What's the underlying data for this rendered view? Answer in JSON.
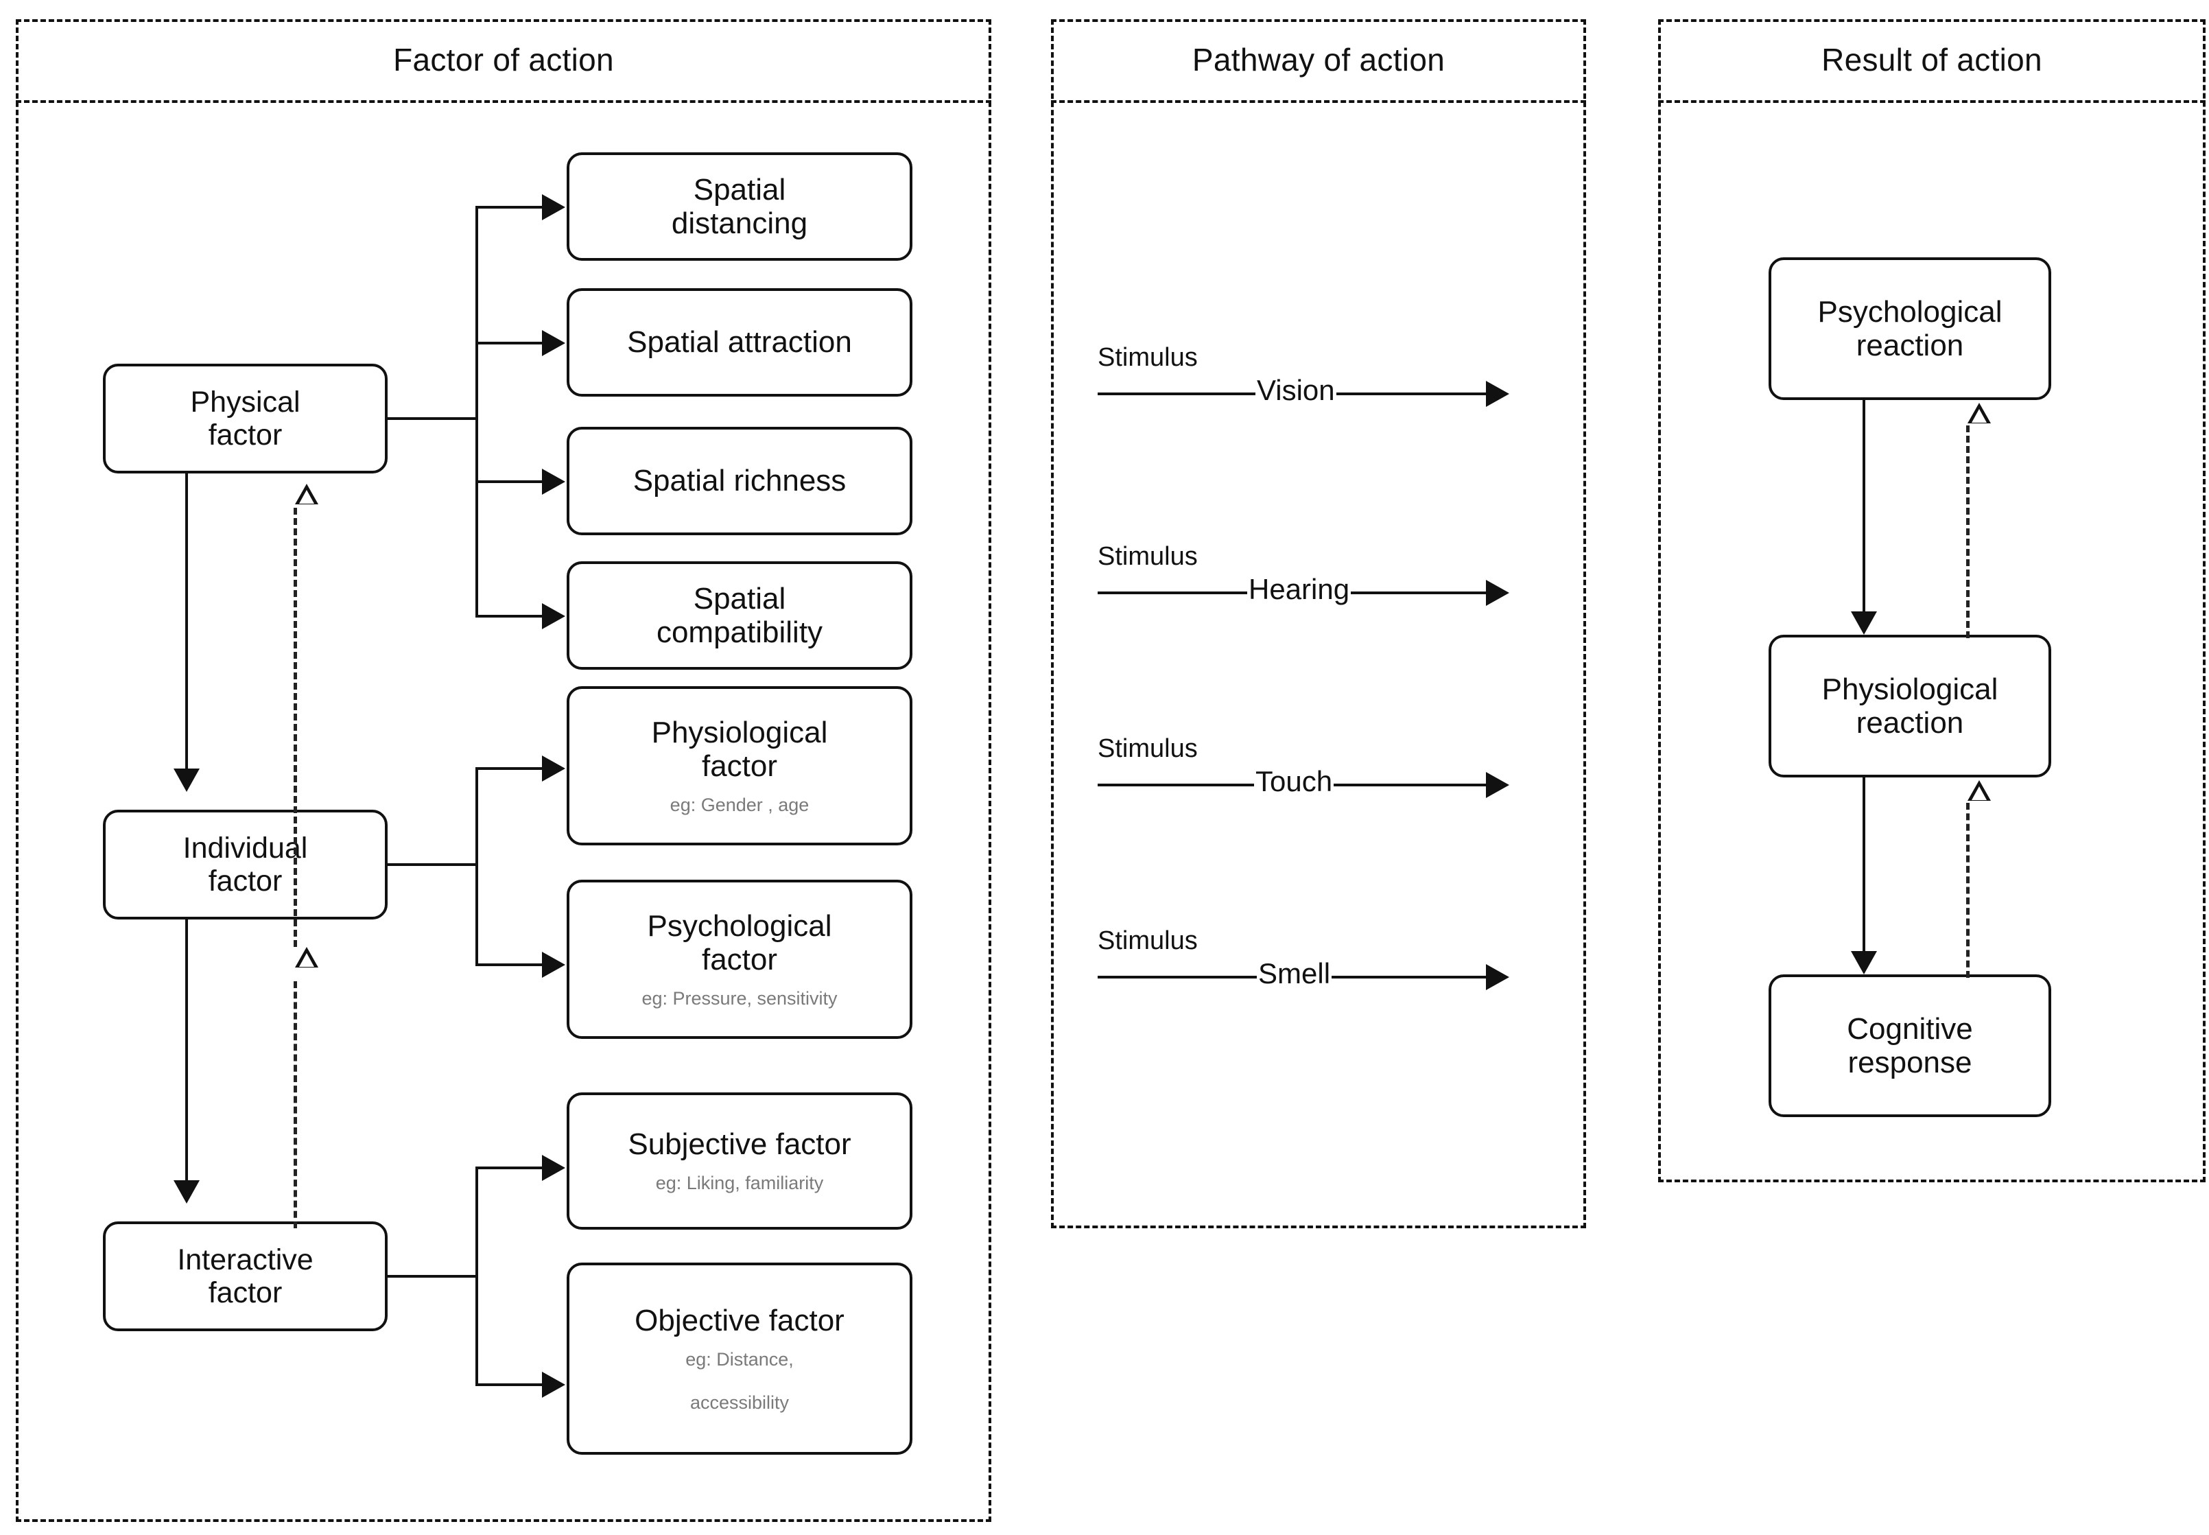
{
  "sections": [
    {
      "id": "factor",
      "title": "Factor of action"
    },
    {
      "id": "pathway",
      "title": "Pathway of action"
    },
    {
      "id": "result",
      "title": "Result of action"
    }
  ],
  "factor_column": {
    "drivers": [
      {
        "id": "physical",
        "label_line1": "Physical",
        "label_line2": "factor"
      },
      {
        "id": "individual",
        "label_line1": "Individual",
        "label_line2": "factor"
      },
      {
        "id": "interactive",
        "label_line1": "Interactive",
        "label_line2": "factor"
      }
    ],
    "spatial_group": [
      {
        "id": "spatial-distancing",
        "line1": "Spatial",
        "line2": "distancing"
      },
      {
        "id": "spatial-attraction",
        "line1": "Spatial attraction",
        "line2": ""
      },
      {
        "id": "spatial-richness",
        "line1": "Spatial richness",
        "line2": ""
      },
      {
        "id": "spatial-compatibility",
        "line1": "Spatial",
        "line2": "compatibility"
      }
    ],
    "individual_group": [
      {
        "id": "physiological-factor",
        "line1": "Physiological",
        "line2": "factor",
        "eg_line1": "eg:  Gender , age",
        "eg_line2": ""
      },
      {
        "id": "psychological-factor",
        "line1": "Psychological",
        "line2": "factor",
        "eg_line1": "eg:  Pressure, sensitivity",
        "eg_line2": ""
      }
    ],
    "interactive_group": [
      {
        "id": "subjective-factor",
        "line1": "Subjective factor",
        "line2": "",
        "eg_line1": "eg:  Liking, familiarity",
        "eg_line2": ""
      },
      {
        "id": "objective-factor",
        "line1": "Objective factor",
        "line2": "",
        "eg_line1": "eg:  Distance,",
        "eg_line2": "accessibility"
      }
    ]
  },
  "pathway_column": {
    "rows": [
      {
        "id": "pathway-vision",
        "stimulus": "Stimulus",
        "sense": "Vision"
      },
      {
        "id": "pathway-hearing",
        "stimulus": "Stimulus",
        "sense": "Hearing"
      },
      {
        "id": "pathway-touch",
        "stimulus": "Stimulus",
        "sense": "Touch"
      },
      {
        "id": "pathway-smell",
        "stimulus": "Stimulus",
        "sense": "Smell"
      }
    ]
  },
  "result_column": {
    "nodes": [
      {
        "id": "psychological-reaction",
        "line1": "Psychological",
        "line2": "reaction"
      },
      {
        "id": "physiological-reaction",
        "line1": "Physiological",
        "line2": "reaction"
      },
      {
        "id": "cognitive-response",
        "line1": "Cognitive",
        "line2": "response"
      }
    ]
  },
  "colors": {
    "stroke": "#111111",
    "eg_text": "#7a7a7a",
    "background": "#ffffff"
  }
}
